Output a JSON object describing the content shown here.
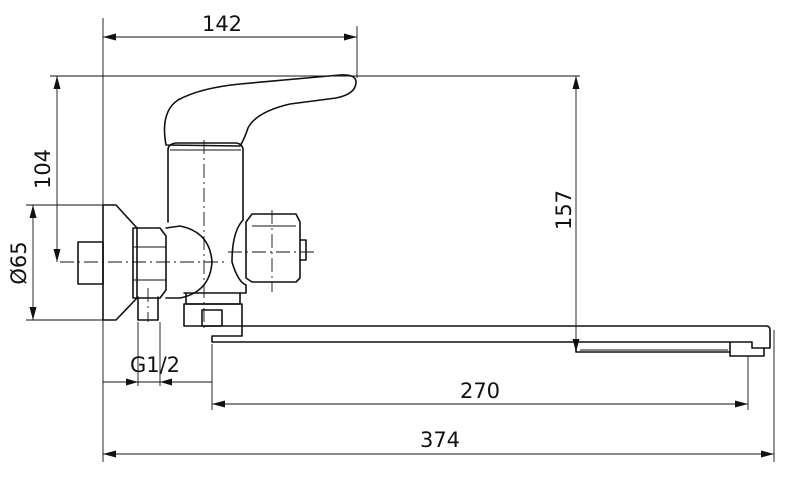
{
  "diagram": {
    "dimensions": {
      "width_top": "142",
      "height_handle": "104",
      "diameter_flange": "Ø65",
      "height_total": "157",
      "thread": "G1/2",
      "spout_reach": "270",
      "total_length": "374"
    },
    "colors": {
      "line": "#111111",
      "background": "#ffffff"
    }
  }
}
